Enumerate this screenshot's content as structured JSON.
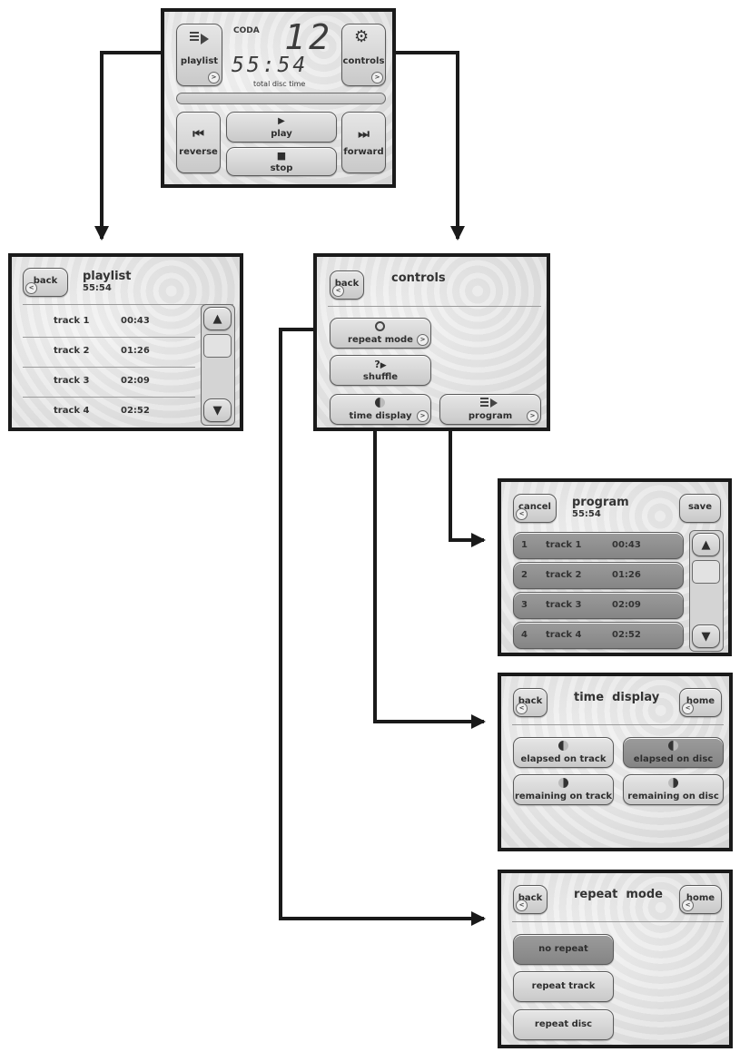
{
  "player": {
    "brand": "CODA",
    "track_number": "12",
    "time": "55:54",
    "time_caption": "total disc time",
    "playlist_label": "playlist",
    "controls_label": "controls",
    "play_label": "play",
    "stop_label": "stop",
    "reverse_label": "reverse",
    "forward_label": "forward"
  },
  "playlist_screen": {
    "back_label": "back",
    "title": "playlist",
    "time": "55:54",
    "tracks": [
      {
        "name": "track 1",
        "time": "00:43"
      },
      {
        "name": "track 2",
        "time": "01:26"
      },
      {
        "name": "track 3",
        "time": "02:09"
      },
      {
        "name": "track 4",
        "time": "02:52"
      }
    ]
  },
  "controls_screen": {
    "back_label": "back",
    "title": "controls",
    "repeat_label": "repeat mode",
    "shuffle_label": "shuffle",
    "shuffle_glyph": "?",
    "time_display_label": "time display",
    "program_label": "program"
  },
  "program_screen": {
    "cancel_label": "cancel",
    "title": "program",
    "time": "55:54",
    "save_label": "save",
    "tracks": [
      {
        "num": "1",
        "name": "track 1",
        "time": "00:43"
      },
      {
        "num": "2",
        "name": "track 2",
        "time": "01:26"
      },
      {
        "num": "3",
        "name": "track 3",
        "time": "02:09"
      },
      {
        "num": "4",
        "name": "track 4",
        "time": "02:52"
      }
    ]
  },
  "time_display_screen": {
    "back_label": "back",
    "title": "time  display",
    "home_label": "home",
    "options": [
      {
        "label": "elapsed on track",
        "selected": false
      },
      {
        "label": "elapsed on disc",
        "selected": true
      },
      {
        "label": "remaining on track",
        "selected": false
      },
      {
        "label": "remaining on disc",
        "selected": false
      }
    ]
  },
  "repeat_screen": {
    "back_label": "back",
    "title": "repeat  mode",
    "home_label": "home",
    "options": [
      {
        "label": "no repeat",
        "selected": true
      },
      {
        "label": "repeat track",
        "selected": false
      },
      {
        "label": "repeat disc",
        "selected": false
      }
    ]
  },
  "glyphs": {
    "corner_next": ">",
    "corner_back": "<",
    "up": "▲",
    "down": "▼",
    "play": "▶",
    "stop": "■",
    "reverse": "⏮",
    "forward": "⏭",
    "gear": "⚙"
  },
  "colors": {
    "frame": "#1a1a1a",
    "panel_bg": "#e4e4e4",
    "button_bg": "#d6d6d6",
    "button_selected_bg": "#8e8e8e",
    "lcd_text": "#3c3c3c"
  }
}
